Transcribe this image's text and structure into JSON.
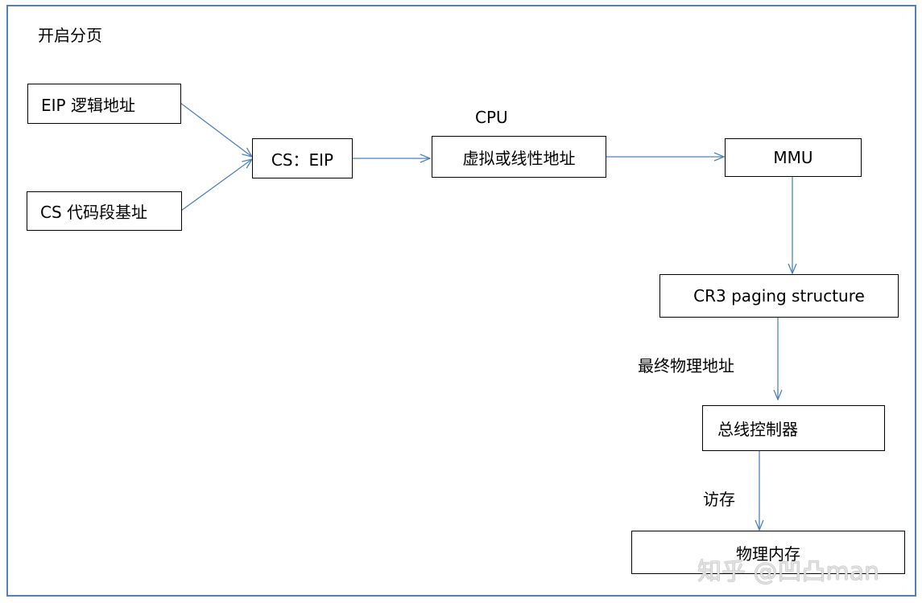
{
  "title": "开启分页",
  "cpu_label": "CPU",
  "nodes": {
    "eip_logical": "EIP 逻辑地址",
    "cs_base": "CS 代码段基址",
    "cs_eip": "CS：EIP",
    "virtual_linear": "虚拟或线性地址",
    "mmu": "MMU",
    "cr3": "CR3 paging structure",
    "bus_controller": "总线控制器",
    "physical_memory": "物理内存"
  },
  "edge_labels": {
    "final_physical": "最终物理地址",
    "memory_access": "访存"
  },
  "colors": {
    "arrow": "#4f81bd",
    "frame": "#4f81bd"
  },
  "watermark": "知乎 @凹凸man"
}
